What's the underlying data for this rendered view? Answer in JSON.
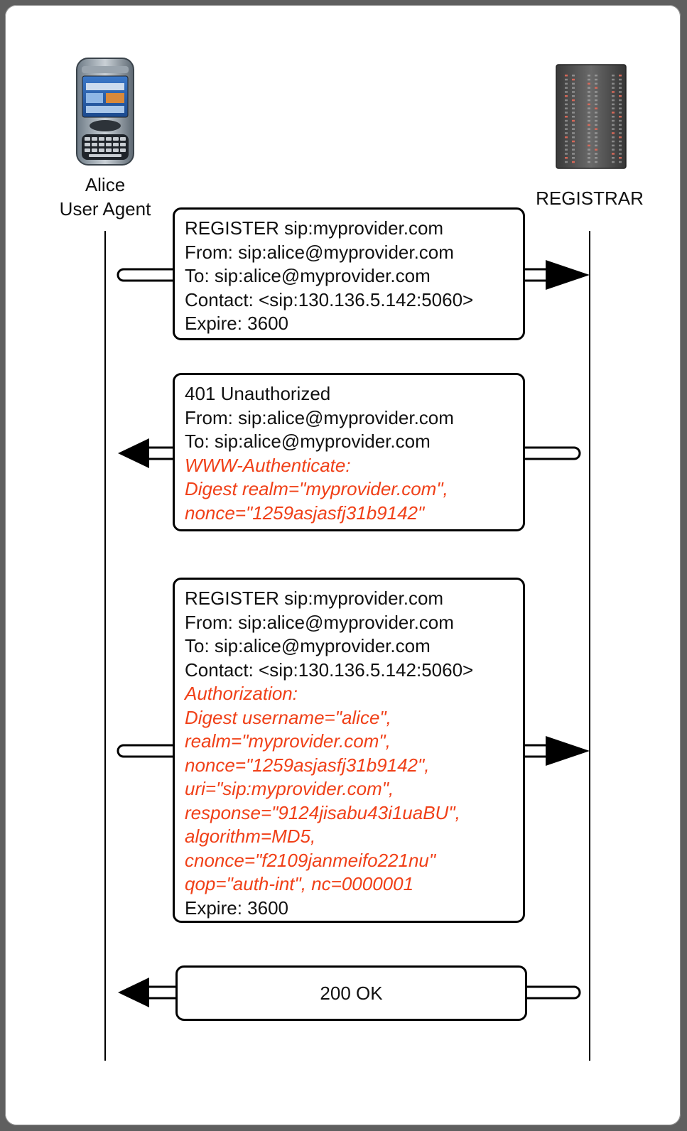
{
  "participants": {
    "left": {
      "name": "Alice",
      "role": "User Agent",
      "icon": "smartphone-icon"
    },
    "right": {
      "name": "REGISTRAR",
      "icon": "server-icon"
    }
  },
  "colors": {
    "auth_text": "#f04018",
    "line": "#000000",
    "background": "#ffffff",
    "border": "#5f5f5f"
  },
  "messages": [
    {
      "direction": "right",
      "lines": [
        {
          "text": "REGISTER sip:myprovider.com",
          "auth": false
        },
        {
          "text": "From: sip:alice@myprovider.com",
          "auth": false
        },
        {
          "text": "To: sip:alice@myprovider.com",
          "auth": false
        },
        {
          "text": "Contact: <sip:130.136.5.142:5060>",
          "auth": false
        },
        {
          "text": "Expire: 3600",
          "auth": false
        }
      ]
    },
    {
      "direction": "left",
      "lines": [
        {
          "text": "401 Unauthorized",
          "auth": false
        },
        {
          "text": "From: sip:alice@myprovider.com",
          "auth": false
        },
        {
          "text": "To: sip:alice@myprovider.com",
          "auth": false
        },
        {
          "text": "WWW-Authenticate:",
          "auth": true
        },
        {
          "text": "Digest realm=\"myprovider.com\",",
          "auth": true
        },
        {
          "text": "nonce=\"1259asjasfj31b9142\"",
          "auth": true
        }
      ]
    },
    {
      "direction": "right",
      "lines": [
        {
          "text": "REGISTER sip:myprovider.com",
          "auth": false
        },
        {
          "text": "From: sip:alice@myprovider.com",
          "auth": false
        },
        {
          "text": "To: sip:alice@myprovider.com",
          "auth": false
        },
        {
          "text": "Contact: <sip:130.136.5.142:5060>",
          "auth": false
        },
        {
          "text": "Authorization:",
          "auth": true
        },
        {
          "text": "Digest username=\"alice\",",
          "auth": true
        },
        {
          "text": "realm=\"myprovider.com\",",
          "auth": true
        },
        {
          "text": "nonce=\"1259asjasfj31b9142\",",
          "auth": true
        },
        {
          "text": "uri=\"sip:myprovider.com\",",
          "auth": true
        },
        {
          "text": "response=\"9124jisabu43i1uaBU\",",
          "auth": true
        },
        {
          "text": "algorithm=MD5,",
          "auth": true
        },
        {
          "text": "cnonce=\"f2109janmeifo221nu\"",
          "auth": true
        },
        {
          "text": "qop=\"auth-int\", nc=0000001",
          "auth": true
        },
        {
          "text": "Expire: 3600",
          "auth": false
        }
      ]
    },
    {
      "direction": "left",
      "lines": [
        {
          "text": "200 OK",
          "auth": false
        }
      ]
    }
  ]
}
